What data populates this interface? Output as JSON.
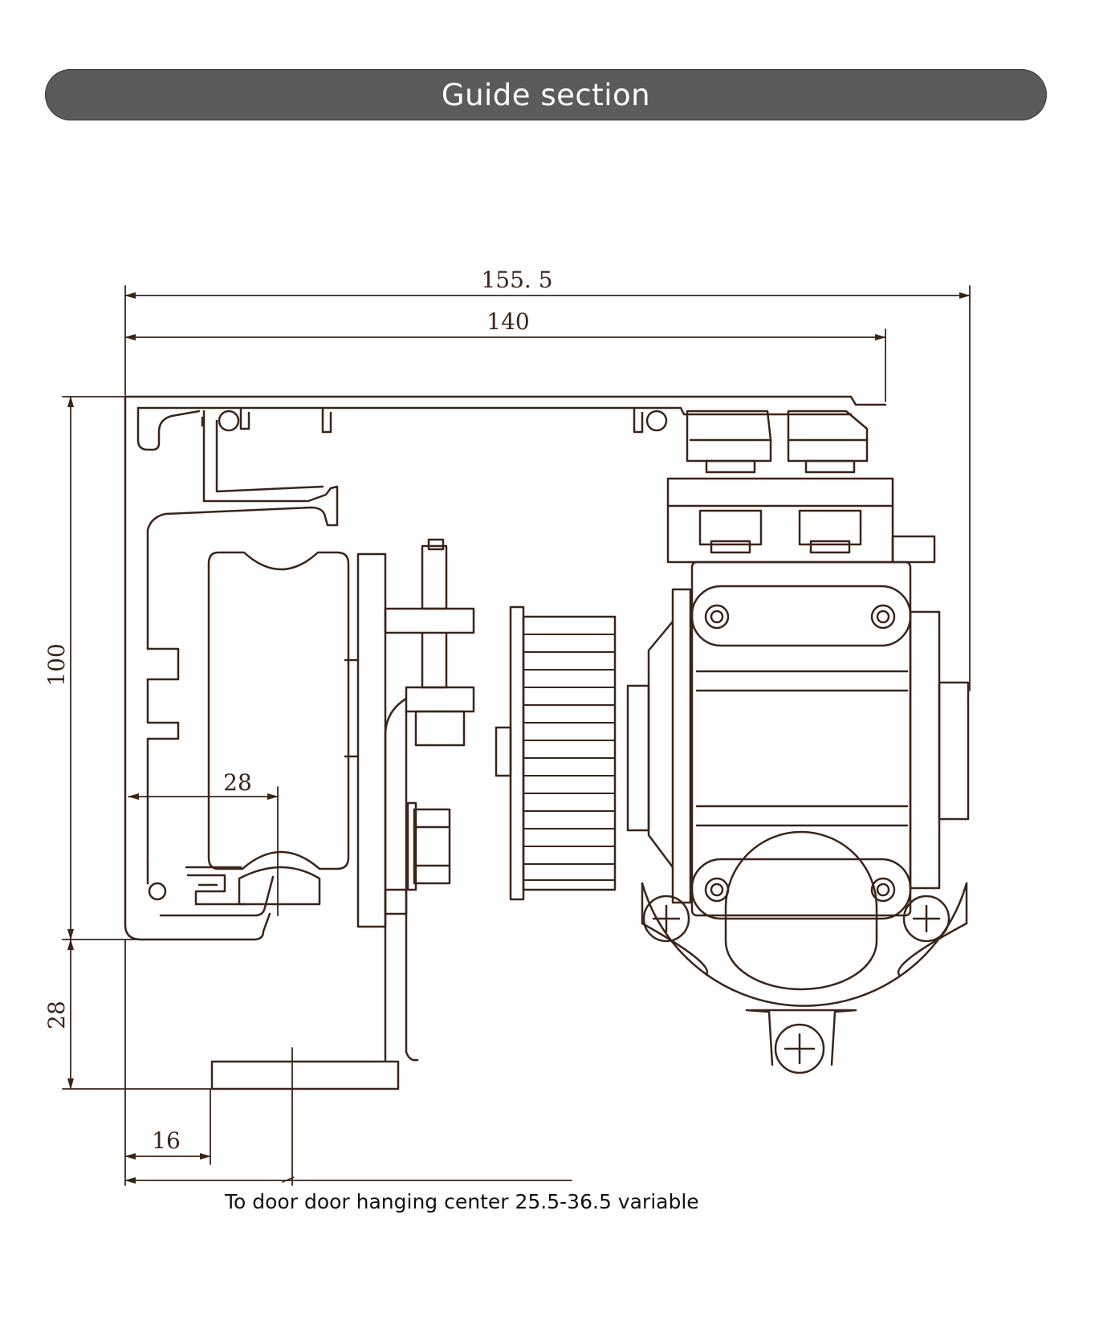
{
  "header": {
    "title": "Guide section",
    "background_color": "#5b5b5b",
    "text_color": "#ffffff"
  },
  "drawing": {
    "line_color": "#3b2418",
    "dimensions": {
      "overall_width": "155. 5",
      "track_width": "140",
      "track_height": "100",
      "hanger_drop": "28",
      "roller_offset": "28",
      "plate_offset": "16"
    },
    "note": "To door door hanging center 25.5-36.5 variable"
  }
}
